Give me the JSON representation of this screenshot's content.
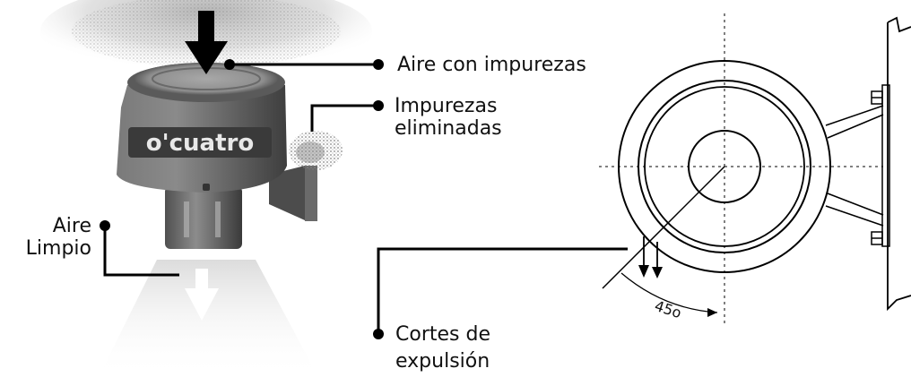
{
  "product_logo": "o'cuatro",
  "labels": {
    "dirty_air": "Aire con impurezas",
    "removed_impurities": [
      "Impurezas",
      "eliminadas"
    ],
    "clean_air": [
      "Aire",
      "Limpio"
    ],
    "expulsion_cuts": [
      "Cortes de",
      "expulsión"
    ],
    "angle": "45o"
  },
  "colors": {
    "ink": "#111111",
    "metal": "#6e6e6e",
    "mist": "#b8b8b8"
  }
}
